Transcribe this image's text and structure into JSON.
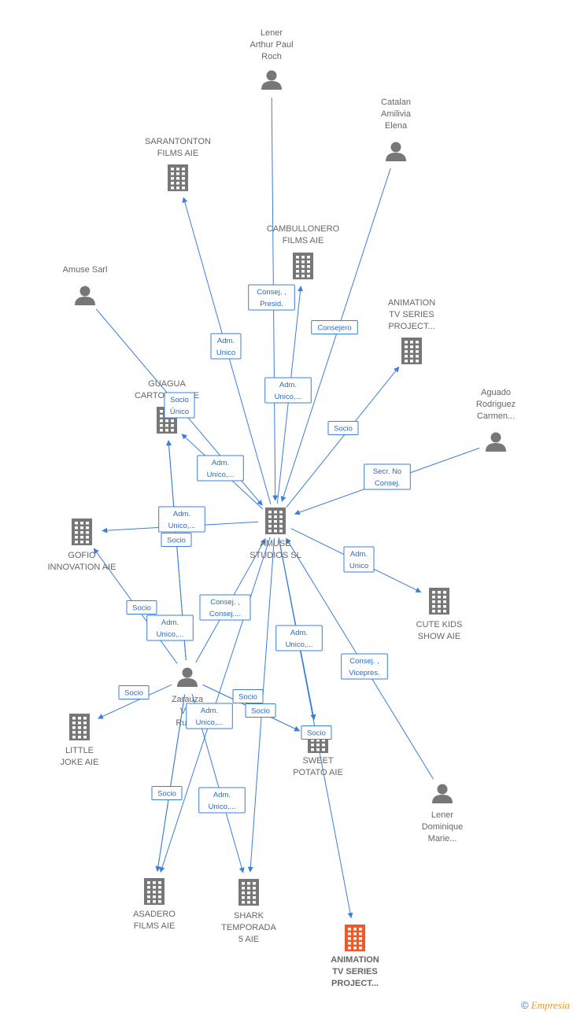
{
  "colors": {
    "edge": "#3b7fd8",
    "company": "#777777",
    "person": "#777777",
    "focus": "#f05a28"
  },
  "nodes": {
    "lener_arthur": {
      "type": "person",
      "lines": [
        "Lener",
        "Arthur Paul",
        "Roch"
      ]
    },
    "catalan": {
      "type": "person",
      "lines": [
        "Catalan",
        "Amilivia",
        "Elena"
      ]
    },
    "sarantonton": {
      "type": "company",
      "lines": [
        "SARANTONTON",
        "FILMS  AIE"
      ]
    },
    "cambullonero": {
      "type": "company",
      "lines": [
        "CAMBULLONERO",
        "FILMS  AIE"
      ]
    },
    "amuse_sarl": {
      "type": "person",
      "lines": [
        "Amuse Sarl"
      ]
    },
    "animation_tv_1": {
      "type": "company",
      "lines": [
        "ANIMATION",
        "TV SERIES",
        "PROJECT..."
      ]
    },
    "guagua": {
      "type": "company",
      "lines": [
        "GUAGUA",
        "CARTOONS AIE"
      ]
    },
    "aguado": {
      "type": "person",
      "lines": [
        "Aguado",
        "Rodriguez",
        "Carmen..."
      ]
    },
    "amuse_studios": {
      "type": "company",
      "lines": [
        "AMUSE",
        "STUDIOS  SL"
      ]
    },
    "gofio": {
      "type": "company",
      "lines": [
        "GOFIO",
        "INNOVATION AIE"
      ]
    },
    "cute_kids": {
      "type": "company",
      "lines": [
        "CUTE KIDS",
        "SHOW  AIE"
      ]
    },
    "zarauza": {
      "type": "person",
      "lines": [
        "Zarauza",
        "Vila",
        "Rub..."
      ]
    },
    "little_joke": {
      "type": "company",
      "lines": [
        "LITTLE",
        "JOKE  AIE"
      ]
    },
    "sweet_potato": {
      "type": "company",
      "lines": [
        "SWEET",
        "POTATO  AIE"
      ]
    },
    "lener_dominique": {
      "type": "person",
      "lines": [
        "Lener",
        "Dominique",
        "Marie..."
      ]
    },
    "asadero": {
      "type": "company",
      "lines": [
        "ASADERO",
        "FILMS  AIE"
      ]
    },
    "shark": {
      "type": "company",
      "lines": [
        "SHARK",
        "TEMPORADA",
        "5  AIE"
      ]
    },
    "animation_tv_2": {
      "type": "focus",
      "lines": [
        "ANIMATION",
        "TV SERIES",
        "PROJECT..."
      ]
    }
  },
  "edge_labels": [
    {
      "id": "e1",
      "lines": [
        "Consej. ,",
        "Presid."
      ]
    },
    {
      "id": "e2",
      "lines": [
        "Consejero"
      ]
    },
    {
      "id": "e3",
      "lines": [
        "Adm.",
        "Unico"
      ]
    },
    {
      "id": "e4",
      "lines": [
        "Adm.",
        "Unico,..."
      ]
    },
    {
      "id": "e5",
      "lines": [
        "Socio",
        "Único"
      ]
    },
    {
      "id": "e6",
      "lines": [
        "Socio"
      ]
    },
    {
      "id": "e7",
      "lines": [
        "Adm.",
        "Unico,..."
      ]
    },
    {
      "id": "e8",
      "lines": [
        "Secr.  No",
        "Consej."
      ]
    },
    {
      "id": "e9",
      "lines": [
        "Adm.",
        "Unico,..."
      ]
    },
    {
      "id": "e10",
      "lines": [
        "Socio"
      ]
    },
    {
      "id": "e11",
      "lines": [
        "Adm.",
        "Unico"
      ]
    },
    {
      "id": "e12",
      "lines": [
        "Socio"
      ]
    },
    {
      "id": "e13",
      "lines": [
        "Consej. ,",
        "Consej...."
      ]
    },
    {
      "id": "e14",
      "lines": [
        "Adm.",
        "Unico,..."
      ]
    },
    {
      "id": "e15",
      "lines": [
        "Adm.",
        "Unico,..."
      ]
    },
    {
      "id": "e16",
      "lines": [
        "Consej. ,",
        "Vicepres."
      ]
    },
    {
      "id": "e17",
      "lines": [
        "Socio"
      ]
    },
    {
      "id": "e18",
      "lines": [
        "Socio"
      ]
    },
    {
      "id": "e19",
      "lines": [
        "Adm.",
        "Unico,..."
      ]
    },
    {
      "id": "e20",
      "lines": [
        "Socio"
      ]
    },
    {
      "id": "e21",
      "lines": [
        "Socio"
      ]
    },
    {
      "id": "e22",
      "lines": [
        "Socio"
      ]
    },
    {
      "id": "e23",
      "lines": [
        "Adm.",
        "Unico,..."
      ]
    }
  ],
  "footer": {
    "copyright": "©",
    "brand": "Empresia"
  }
}
